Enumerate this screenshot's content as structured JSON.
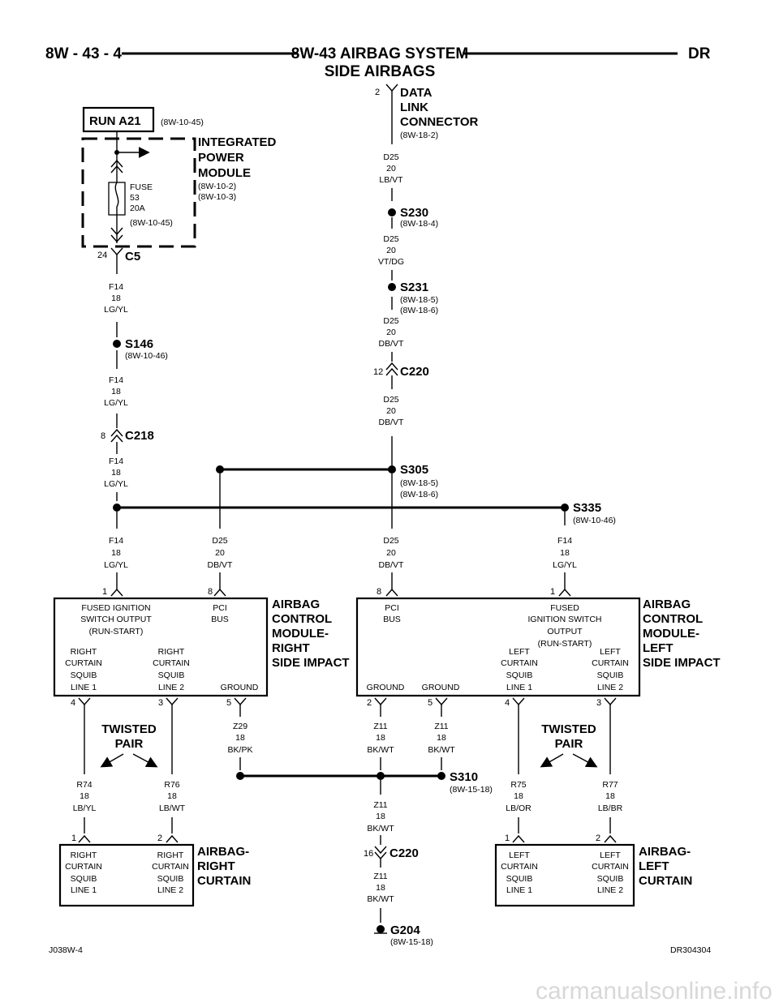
{
  "header": {
    "page": "8W - 43 - 4",
    "title": "8W-43 AIRBAG SYSTEM",
    "subtitle": "SIDE AIRBAGS",
    "code": "DR"
  },
  "run_a21": {
    "label": "RUN A21",
    "ref": "(8W-10-45)"
  },
  "ipm": {
    "title": [
      "INTEGRATED",
      "POWER",
      "MODULE"
    ],
    "refs": [
      "(8W-10-2)",
      "(8W-10-3)"
    ],
    "fuse": [
      "FUSE",
      "53",
      "20A",
      "(8W-10-45)"
    ]
  },
  "dlc": {
    "pin": "2",
    "title": [
      "DATA",
      "LINK",
      "CONNECTOR"
    ],
    "ref": "(8W-18-2)"
  },
  "connectors": {
    "c5": {
      "name": "C5",
      "pin": "24"
    },
    "c218": {
      "name": "C218",
      "pin": "8"
    },
    "c220_top": {
      "name": "C220",
      "pin": "12"
    },
    "c220_bottom": {
      "name": "C220",
      "pin": "16"
    }
  },
  "splices": {
    "s146": {
      "name": "S146",
      "refs": [
        "(8W-10-46)"
      ]
    },
    "s230": {
      "name": "S230",
      "refs": [
        "(8W-18-4)"
      ]
    },
    "s231": {
      "name": "S231",
      "refs": [
        "(8W-18-5)",
        "(8W-18-6)"
      ]
    },
    "s305": {
      "name": "S305",
      "refs": [
        "(8W-18-5)",
        "(8W-18-6)"
      ]
    },
    "s335": {
      "name": "S335",
      "refs": [
        "(8W-10-46)"
      ]
    },
    "s310": {
      "name": "S310",
      "refs": [
        "(8W-15-18)"
      ]
    }
  },
  "ground": {
    "name": "G204",
    "ref": "(8W-15-18)"
  },
  "wires": {
    "f14_a": [
      "F14",
      "18",
      "LG/YL"
    ],
    "f14_b": [
      "F14",
      "18",
      "LG/YL"
    ],
    "f14_c": [
      "F14",
      "18",
      "LG/YL"
    ],
    "f14_d": [
      "F14",
      "18",
      "LG/YL"
    ],
    "f14_e": [
      "F14",
      "18",
      "LG/YL"
    ],
    "d25_a": [
      "D25",
      "20",
      "LB/VT"
    ],
    "d25_b": [
      "D25",
      "20",
      "VT/DG"
    ],
    "d25_c": [
      "D25",
      "20",
      "DB/VT"
    ],
    "d25_d": [
      "D25",
      "20",
      "DB/VT"
    ],
    "d25_e": [
      "D25",
      "20",
      "DB/VT"
    ],
    "d25_f": [
      "D25",
      "20",
      "DB/VT"
    ],
    "z29": [
      "Z29",
      "18",
      "BK/PK"
    ],
    "z11_a": [
      "Z11",
      "18",
      "BK/WT"
    ],
    "z11_b": [
      "Z11",
      "18",
      "BK/WT"
    ],
    "z11_c": [
      "Z11",
      "18",
      "BK/WT"
    ],
    "z11_d": [
      "Z11",
      "18",
      "BK/WT"
    ],
    "r74": [
      "R74",
      "18",
      "LB/YL"
    ],
    "r76": [
      "R76",
      "18",
      "LB/WT"
    ],
    "r75": [
      "R75",
      "18",
      "LB/OR"
    ],
    "r77": [
      "R77",
      "18",
      "LB/BR"
    ]
  },
  "right_module": {
    "title": [
      "AIRBAG",
      "CONTROL",
      "MODULE-",
      "RIGHT",
      "SIDE IMPACT"
    ],
    "pin_fused": "1",
    "pin_pci": "8",
    "pin_sq1": "4",
    "pin_sq2": "3",
    "pin_gnd": "5",
    "fused": [
      "FUSED IGNITION",
      "SWITCH OUTPUT",
      "(RUN-START)"
    ],
    "pci": [
      "PCI",
      "BUS"
    ],
    "sq1": [
      "RIGHT",
      "CURTAIN",
      "SQUIB",
      "LINE 1"
    ],
    "sq2": [
      "RIGHT",
      "CURTAIN",
      "SQUIB",
      "LINE 2"
    ],
    "gnd": "GROUND"
  },
  "left_module": {
    "title": [
      "AIRBAG",
      "CONTROL",
      "MODULE-",
      "LEFT",
      "SIDE IMPACT"
    ],
    "pin_pci": "8",
    "pin_fused": "1",
    "pin_gnd1": "2",
    "pin_gnd2": "5",
    "pin_sq1": "4",
    "pin_sq2": "3",
    "pci": [
      "PCI",
      "BUS"
    ],
    "fused": [
      "FUSED",
      "IGNITION SWITCH",
      "OUTPUT",
      "(RUN-START)"
    ],
    "gnd1": "GROUND",
    "gnd2": "GROUND",
    "sq1": [
      "LEFT",
      "CURTAIN",
      "SQUIB",
      "LINE 1"
    ],
    "sq2": [
      "LEFT",
      "CURTAIN",
      "SQUIB",
      "LINE 2"
    ]
  },
  "twisted": [
    "TWISTED",
    "PAIR"
  ],
  "twisted_right": [
    "TWISTED",
    "PAIR"
  ],
  "right_curtain": {
    "title": [
      "AIRBAG-",
      "RIGHT",
      "CURTAIN"
    ],
    "pin1": "1",
    "pin2": "2",
    "sq1": [
      "RIGHT",
      "CURTAIN",
      "SQUIB",
      "LINE 1"
    ],
    "sq2": [
      "RIGHT",
      "CURTAIN",
      "SQUIB",
      "LINE 2"
    ]
  },
  "left_curtain": {
    "title": [
      "AIRBAG-",
      "LEFT",
      "CURTAIN"
    ],
    "pin1": "1",
    "pin2": "2",
    "sq1": [
      "LEFT",
      "CURTAIN",
      "SQUIB",
      "LINE 1"
    ],
    "sq2": [
      "LEFT",
      "CURTAIN",
      "SQUIB",
      "LINE 2"
    ]
  },
  "footer": {
    "left": "J038W-4",
    "right": "DR304304"
  },
  "watermark": "carmanualsonline.info"
}
